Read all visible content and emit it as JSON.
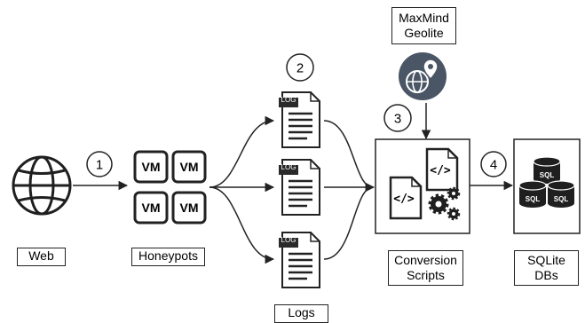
{
  "labels": {
    "web": "Web",
    "honeypots": "Honeypots",
    "logs": "Logs",
    "conversion_line1": "Conversion",
    "conversion_line2": "Scripts",
    "sqlite_line1": "SQLite",
    "sqlite_line2": "DBs",
    "maxmind_line1": "MaxMind",
    "maxmind_line2": "Geolite"
  },
  "steps": [
    "1",
    "2",
    "3",
    "4"
  ],
  "vm_label": "VM",
  "log_tag": "LOG",
  "sql_label": "SQL",
  "code_glyph": "</>",
  "icons": [
    "globe-icon",
    "vm-icon",
    "log-file-icon",
    "geolocation-globe-icon",
    "code-file-icon",
    "gears-icon",
    "database-icon"
  ],
  "colors": {
    "stroke": "#222222",
    "icon_dark": "#1f1f1f",
    "geo_circle": "#4a5566"
  }
}
